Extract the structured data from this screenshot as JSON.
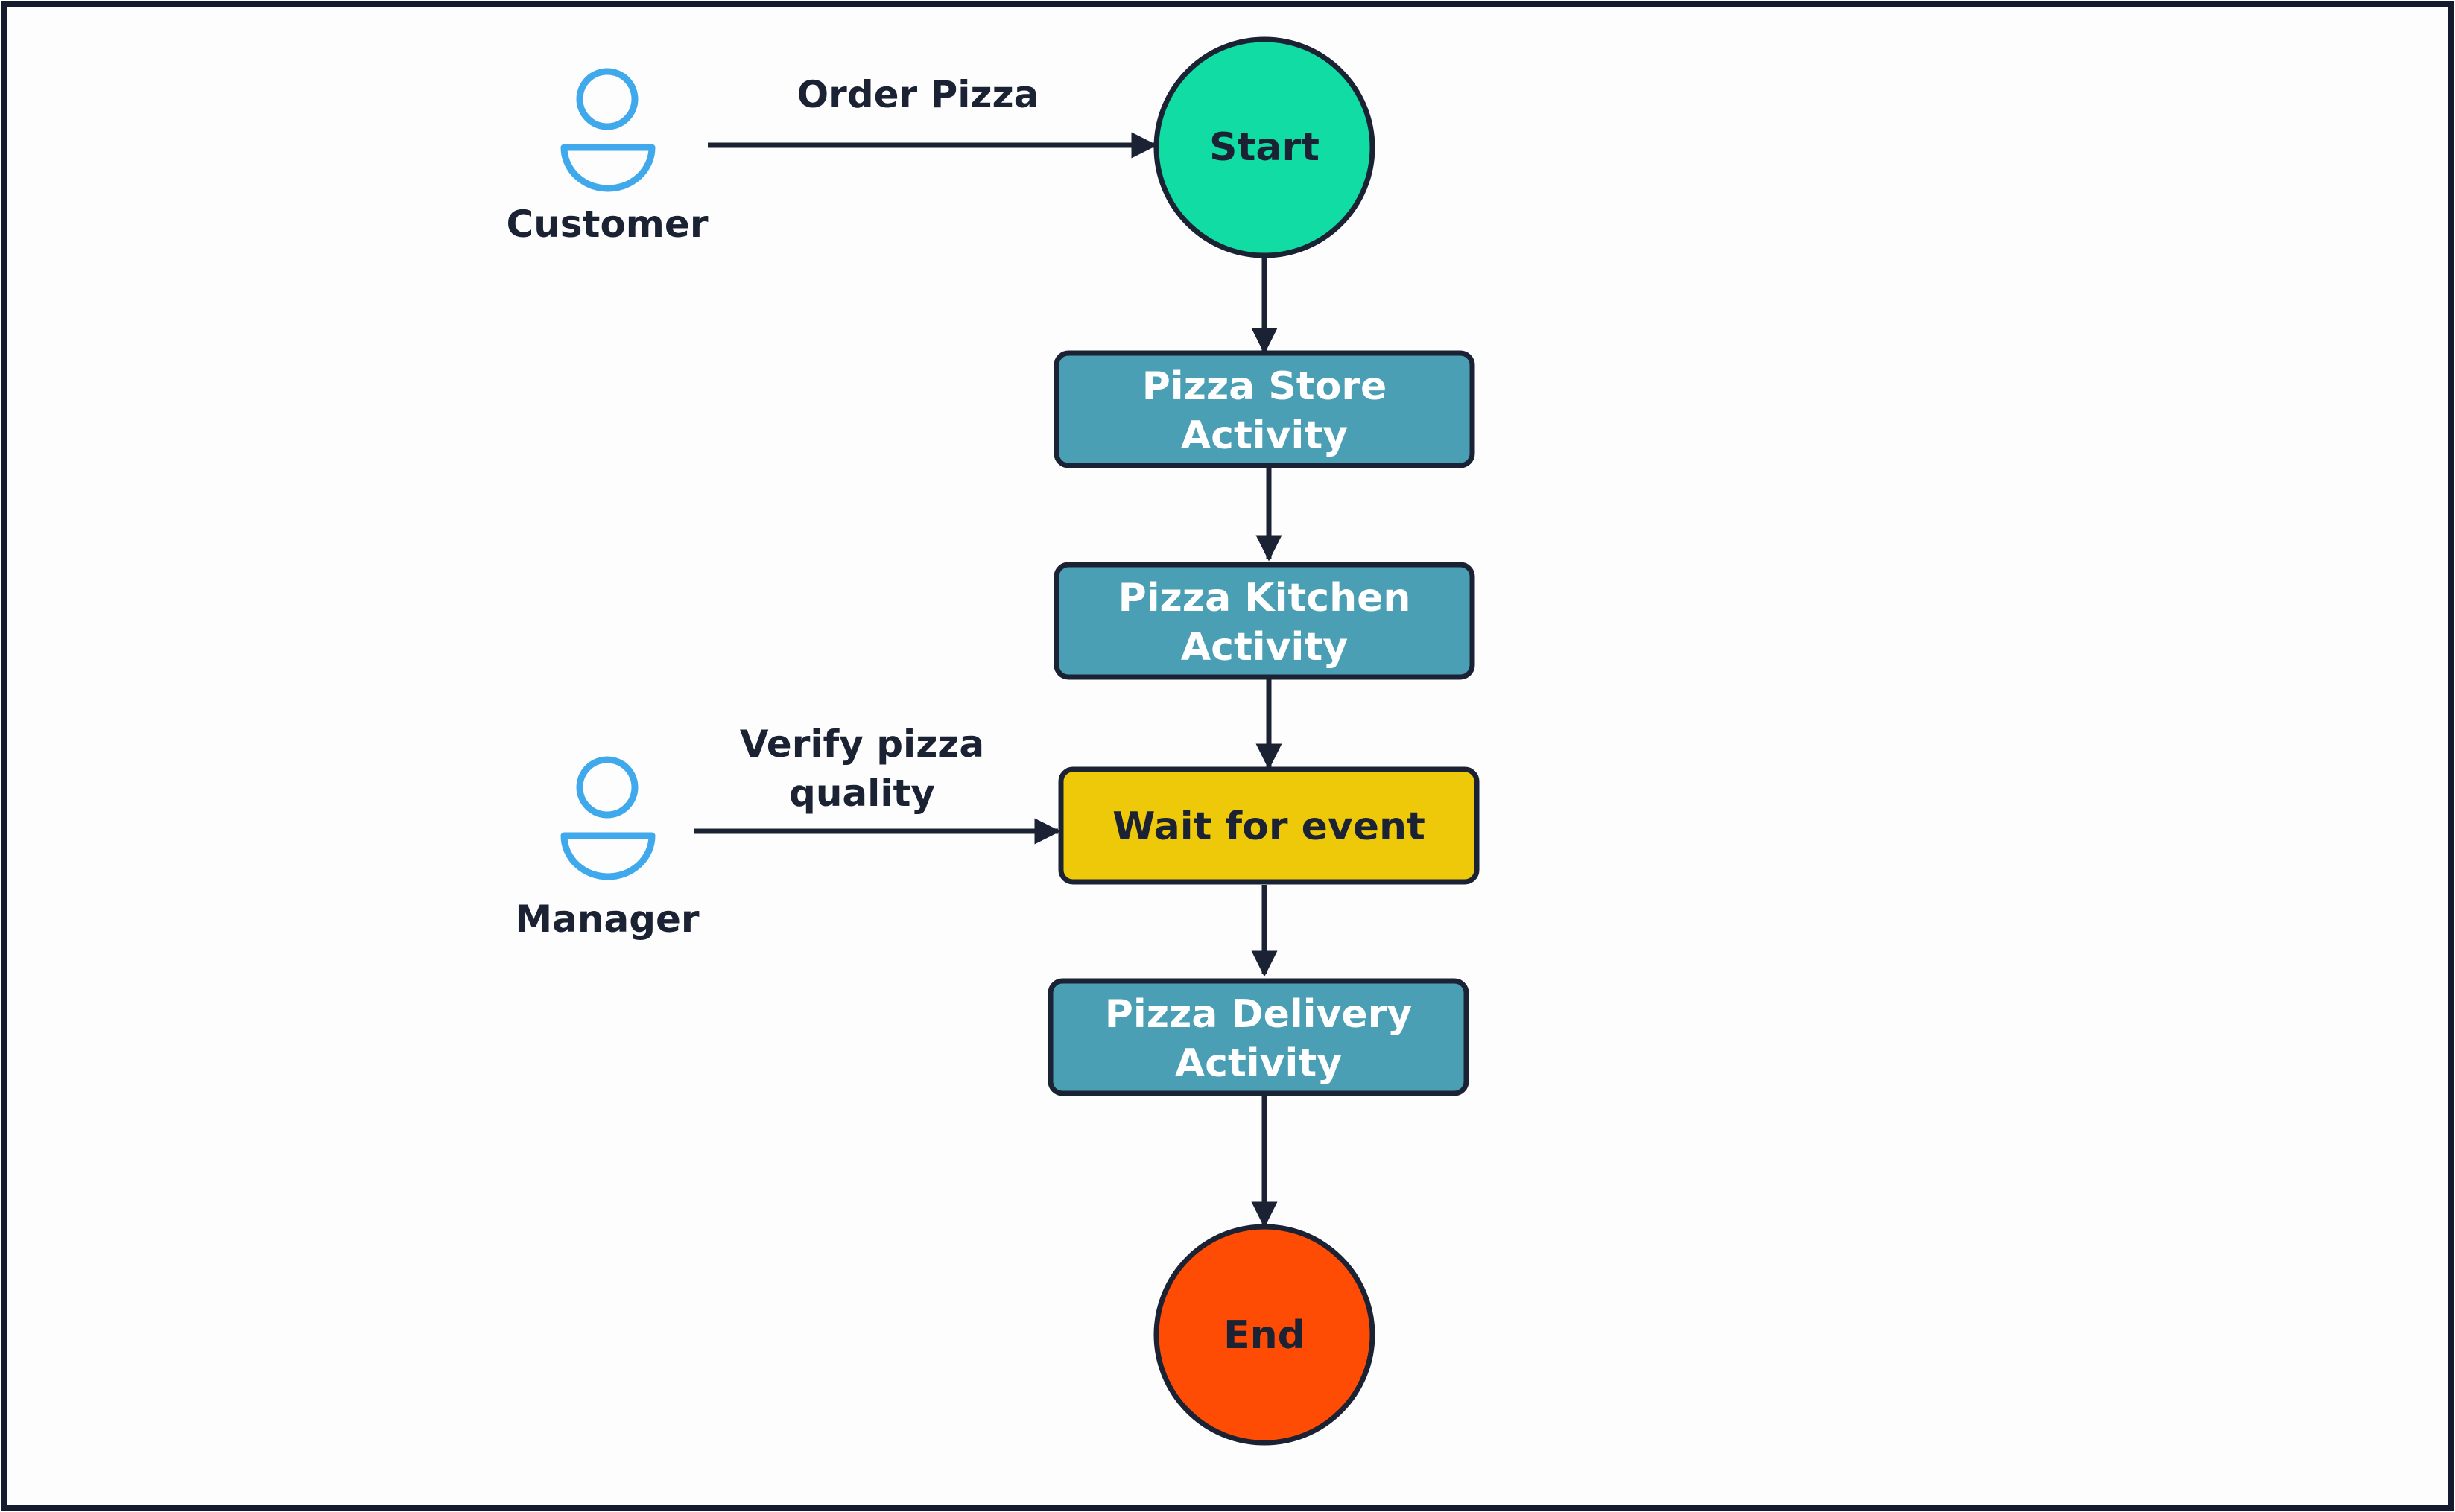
{
  "colors": {
    "background": "#FDFDFD",
    "frame": "#141B2E",
    "ink": "#1A2233",
    "actor_icon": "#3FA9EC",
    "start_fill": "#10DCA4",
    "end_fill": "#FF4C05",
    "activity_fill": "#4B9FB4",
    "wait_fill": "#EEC90A",
    "activity_text": "#FFFFFF"
  },
  "actors": [
    {
      "id": "customer",
      "label": "Customer",
      "icon": "user-icon"
    },
    {
      "id": "manager",
      "label": "Manager",
      "icon": "user-icon"
    }
  ],
  "nodes": {
    "start": {
      "label": "Start"
    },
    "pizza_store": {
      "line1": "Pizza Store",
      "line2": "Activity"
    },
    "pizza_kitchen": {
      "line1": "Pizza Kitchen",
      "line2": "Activity"
    },
    "wait_event": {
      "label": "Wait for event"
    },
    "pizza_delivery": {
      "line1": "Pizza Delivery",
      "line2": "Activity"
    },
    "end": {
      "label": "End"
    }
  },
  "edge_labels": {
    "order_pizza": "Order Pizza",
    "verify_line1": "Verify pizza",
    "verify_line2": "quality"
  }
}
